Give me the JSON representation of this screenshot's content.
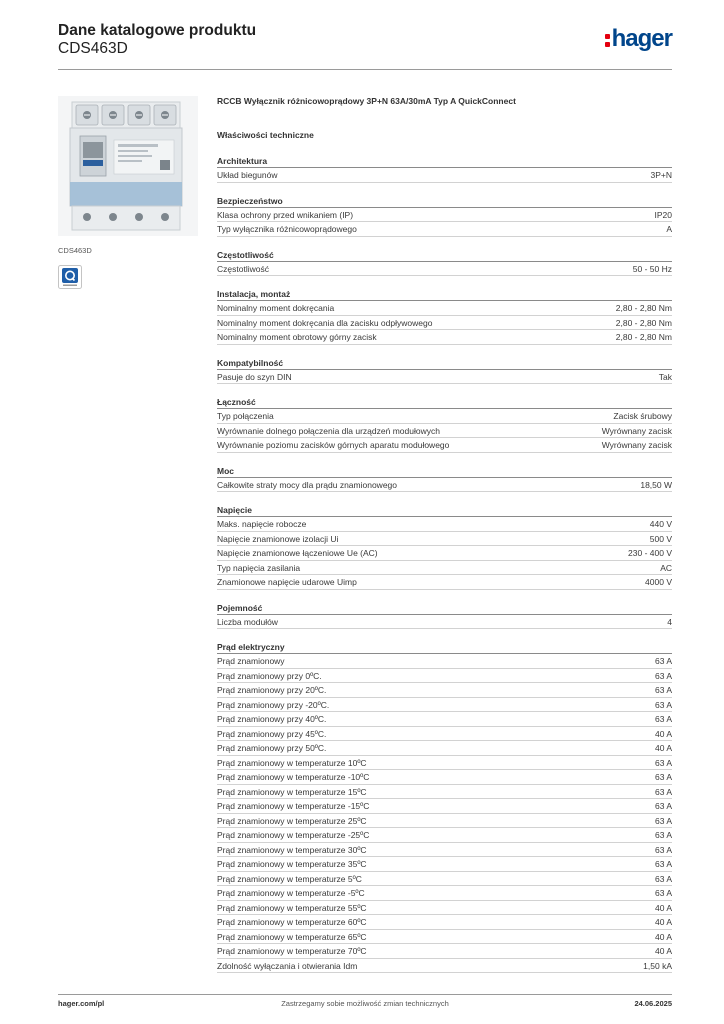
{
  "header": {
    "title": "Dane katalogowe produktu",
    "subtitle": "CDS463D",
    "logo_text": "hager"
  },
  "colors": {
    "brand_blue": "#00458b",
    "brand_red": "#e3000f"
  },
  "product": {
    "image_icon": "rccb-device-image",
    "caption": "CDS463D",
    "cert_icon": "quality-mark-icon",
    "name": "RCCB Wyłącznik różnicowoprądowy 3P+N 63A/30mA Typ A QuickConnect"
  },
  "tech_heading": "Właściwości techniczne",
  "groups": [
    {
      "title": "Architektura",
      "rows": [
        {
          "label": "Układ biegunów",
          "value": "3P+N"
        }
      ]
    },
    {
      "title": "Bezpieczeństwo",
      "rows": [
        {
          "label": "Klasa ochrony przed wnikaniem (IP)",
          "value": "IP20"
        },
        {
          "label": "Typ wyłącznika różnicowoprądowego",
          "value": "A"
        }
      ]
    },
    {
      "title": "Częstotliwość",
      "rows": [
        {
          "label": "Częstotliwość",
          "value": "50 - 50 Hz"
        }
      ]
    },
    {
      "title": "Instalacja, montaż",
      "rows": [
        {
          "label": "Nominalny moment dokręcania",
          "value": "2,80 - 2,80 Nm"
        },
        {
          "label": "Nominalny moment dokręcania dla zacisku odpływowego",
          "value": "2,80 - 2,80 Nm"
        },
        {
          "label": "Nominalny moment obrotowy górny zacisk",
          "value": "2,80 - 2,80 Nm"
        }
      ]
    },
    {
      "title": "Kompatybilność",
      "rows": [
        {
          "label": "Pasuje do szyn DIN",
          "value": "Tak"
        }
      ]
    },
    {
      "title": "Łączność",
      "rows": [
        {
          "label": "Typ połączenia",
          "value": "Zacisk śrubowy"
        },
        {
          "label": "Wyrównanie dolnego połączenia dla urządzeń modułowych",
          "value": "Wyrównany zacisk"
        },
        {
          "label": "Wyrównanie poziomu zacisków górnych aparatu modułowego",
          "value": "Wyrównany zacisk"
        }
      ]
    },
    {
      "title": "Moc",
      "rows": [
        {
          "label": "Całkowite straty mocy dla prądu znamionowego",
          "value": "18,50 W"
        }
      ]
    },
    {
      "title": "Napięcie",
      "rows": [
        {
          "label": "Maks. napięcie robocze",
          "value": "440 V"
        },
        {
          "label": "Napięcie znamionowe izolacji Ui",
          "value": "500 V"
        },
        {
          "label": "Napięcie znamionowe łączeniowe Ue (AC)",
          "value": "230 - 400 V"
        },
        {
          "label": "Typ napięcia zasilania",
          "value": "AC"
        },
        {
          "label": "Znamionowe napięcie udarowe Uimp",
          "value": "4000 V"
        }
      ]
    },
    {
      "title": "Pojemność",
      "rows": [
        {
          "label": "Liczba modułów",
          "value": "4"
        }
      ]
    },
    {
      "title": "Prąd elektryczny",
      "rows": [
        {
          "label": "Prąd znamionowy",
          "value": "63 A"
        },
        {
          "label": "Prąd znamionowy przy 0ºC.",
          "value": "63 A"
        },
        {
          "label": "Prąd znamionowy przy 20ºC.",
          "value": "63 A"
        },
        {
          "label": "Prąd znamionowy przy -20ºC.",
          "value": "63 A"
        },
        {
          "label": "Prąd znamionowy przy 40ºC.",
          "value": "63 A"
        },
        {
          "label": "Prąd znamionowy przy 45ºC.",
          "value": "40 A"
        },
        {
          "label": "Prąd znamionowy przy 50ºC.",
          "value": "40 A"
        },
        {
          "label": "Prąd znamionowy w temperaturze 10ºC",
          "value": "63 A"
        },
        {
          "label": "Prąd znamionowy w temperaturze -10ºC",
          "value": "63 A"
        },
        {
          "label": "Prąd znamionowy w temperaturze 15ºC",
          "value": "63 A"
        },
        {
          "label": "Prąd znamionowy w temperaturze -15ºC",
          "value": "63 A"
        },
        {
          "label": "Prąd znamionowy w temperaturze 25ºC",
          "value": "63 A"
        },
        {
          "label": "Prąd znamionowy w temperaturze -25ºC",
          "value": "63 A"
        },
        {
          "label": "Prąd znamionowy w temperaturze 30ºC",
          "value": "63 A"
        },
        {
          "label": "Prąd znamionowy w temperaturze 35ºC",
          "value": "63 A"
        },
        {
          "label": "Prąd znamionowy w temperaturze 5ºC",
          "value": "63 A"
        },
        {
          "label": "Prąd znamionowy w temperaturze -5ºC",
          "value": "63 A"
        },
        {
          "label": "Prąd znamionowy w temperaturze 55ºC",
          "value": "40 A"
        },
        {
          "label": "Prąd znamionowy w temperaturze 60ºC",
          "value": "40 A"
        },
        {
          "label": "Prąd znamionowy w temperaturze 65ºC",
          "value": "40 A"
        },
        {
          "label": "Prąd znamionowy w temperaturze 70ºC",
          "value": "40 A"
        },
        {
          "label": "Zdolność wyłączania i otwierania Idm",
          "value": "1,50 kA"
        }
      ]
    }
  ],
  "footer": {
    "website": "hager.com/pl",
    "disclaimer": "Zastrzegamy sobie możliwość zmian technicznych",
    "date": "24.06.2025"
  }
}
